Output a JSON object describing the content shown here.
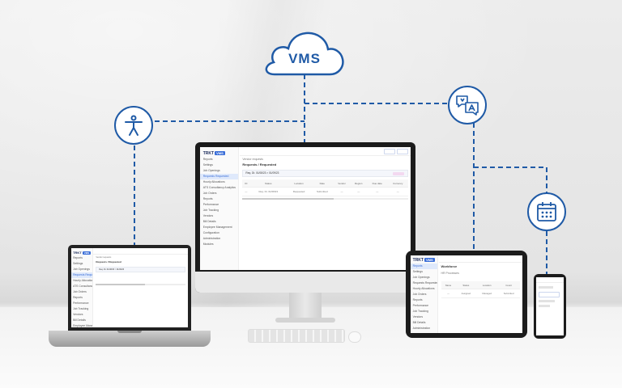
{
  "cloud": {
    "label": "VMS"
  },
  "colors": {
    "accent": "#1f5aa6",
    "app_brand": "#3a6ed8"
  },
  "icons": {
    "accessibility": "accessibility-person-icon",
    "translation": "translate-chat-icon",
    "calendar": "calendar-icon"
  },
  "app": {
    "logo_text": "TRKT",
    "logo_badge": "VMS",
    "breadcrumb": "Vendor requests",
    "page_title": "Requests / Requested",
    "filter_text": "Req. Dt. 01/08/23 > 01/09/23",
    "sidebar_items": [
      "Reports",
      "Settings",
      "Job Openings",
      "Requests Requested",
      "Hourly Allocations",
      "ATS Consultancy Analytics",
      "Job Orders",
      "Reports",
      "Performance",
      "Job Tracking",
      "Vendors",
      "Bill Details",
      "Employee Management",
      "Configuration",
      "Administration",
      "Modules"
    ],
    "table_headers": [
      "ID",
      "Status",
      "Location",
      "Date",
      "Vendor",
      "Region",
      "Due date",
      "Currency"
    ],
    "table_row": [
      "—",
      "Req. Dt. 01/08/23",
      "Requested",
      "Submitted",
      "—",
      "—",
      "—",
      "—"
    ]
  },
  "tablet_app": {
    "page_title": "Workforce",
    "sub_title": "HR Processes",
    "sidebar_items": [
      "Reports",
      "Settings",
      "Job Openings",
      "Requests Requested",
      "Hourly Allocations",
      "Job Orders",
      "Reports",
      "Performance",
      "Job Tracking",
      "Vendors",
      "Bill Details",
      "Administration"
    ],
    "table_headers": [
      "Name",
      "Status",
      "Location",
      "Count"
    ],
    "table_row": [
      "—",
      "Assigned",
      "Managed",
      "Submitted"
    ]
  }
}
